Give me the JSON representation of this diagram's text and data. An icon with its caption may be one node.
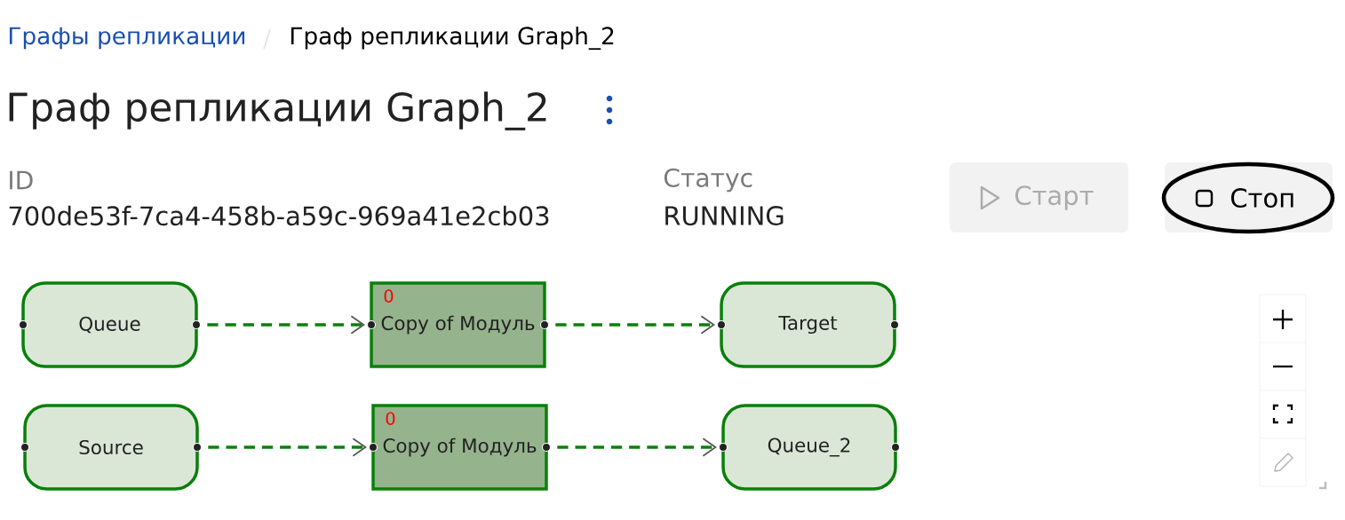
{
  "diagram": {
    "title": "Граф репликации Graph_2",
    "nodes": [
      {
        "text": [
          "Queue"
        ]
      },
      {
        "text": [
          "0",
          "Copy of Модуль"
        ]
      },
      {
        "text": [
          "Target"
        ]
      },
      {
        "text": [
          "Source"
        ]
      },
      {
        "text": [
          "0",
          "Copy of Модуль"
        ]
      },
      {
        "text": [
          "Queue_2"
        ]
      }
    ],
    "edges": [
      {
        "from": 0,
        "to": 1,
        "arrow": "to",
        "style": "dashed"
      },
      {
        "from": 1,
        "to": 2,
        "arrow": "to",
        "style": "dashed"
      },
      {
        "from": 3,
        "to": 4,
        "arrow": "to",
        "style": "dashed"
      },
      {
        "from": 4,
        "to": 5,
        "arrow": "to",
        "style": "dashed"
      }
    ],
    "labels": [
      "Графы репликации",
      "Граф репликации Graph_2",
      "ID",
      "700de53f-7ca4-458b-a59c-969a41e2cb03",
      "Статус",
      "RUNNING",
      "Старт",
      "Стоп"
    ]
  }
}
